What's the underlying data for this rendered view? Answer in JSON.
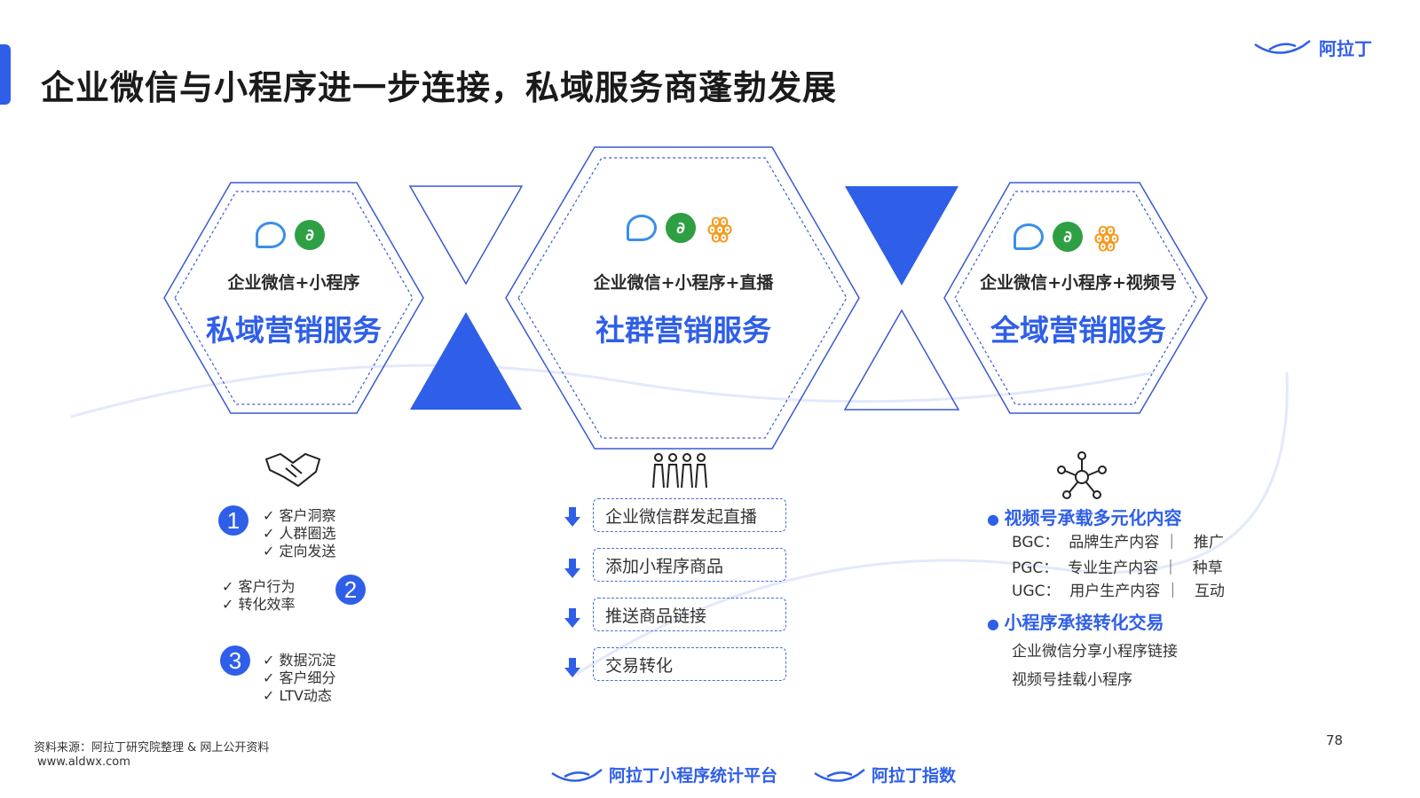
{
  "header": {
    "title": "企业微信与小程序进一步连接，私域服务商蓬勃发展",
    "brand": "阿拉丁"
  },
  "hexagons": [
    {
      "subtitle": "企业微信+小程序",
      "title": "私域营销服务",
      "icons": [
        "wecom-icon",
        "miniprogram-icon"
      ]
    },
    {
      "subtitle": "企业微信+小程序+直播",
      "title": "社群营销服务",
      "icons": [
        "wecom-icon",
        "miniprogram-icon",
        "channels-icon"
      ]
    },
    {
      "subtitle": "企业微信+小程序+视频号",
      "title": "全域营销服务",
      "icons": [
        "wecom-icon",
        "miniprogram-icon",
        "channels-icon"
      ]
    }
  ],
  "left_section": {
    "icon": "handshake-icon",
    "groups": [
      {
        "number": "1",
        "items": [
          "客户洞察",
          "人群圈选",
          "定向发送"
        ]
      },
      {
        "number": "2",
        "items": [
          "客户行为",
          "转化效率"
        ]
      },
      {
        "number": "3",
        "items": [
          "数据沉淀",
          "客户细分",
          "LTV动态"
        ]
      }
    ]
  },
  "middle_section": {
    "icon": "people-group-icon",
    "steps": [
      "企业微信群发起直播",
      "添加小程序商品",
      "推送商品链接",
      "交易转化"
    ]
  },
  "right_section": {
    "icon": "network-icon",
    "heading1": "视频号承载多元化内容",
    "lines1": [
      "BGC：  品牌生产内容 ｜   推广",
      "PGC：  专业生产内容 ｜   种草",
      "UGC：  用户生产内容 ｜   互动"
    ],
    "heading2": "小程序承接转化交易",
    "lines2": [
      "企业微信分享小程序链接",
      "视频号挂载小程序"
    ]
  },
  "footer": {
    "source": "资料来源：阿拉丁研究院整理 & 网上公开资料",
    "url": "www.aldwx.com",
    "page": "78",
    "brand1": "阿拉丁小程序统计平台",
    "brand2": "阿拉丁指数"
  },
  "colors": {
    "accent": "#2f5fe8",
    "hex_stroke": "#3a5ad0",
    "green": "#2ea043",
    "orange": "#f39a1e"
  }
}
